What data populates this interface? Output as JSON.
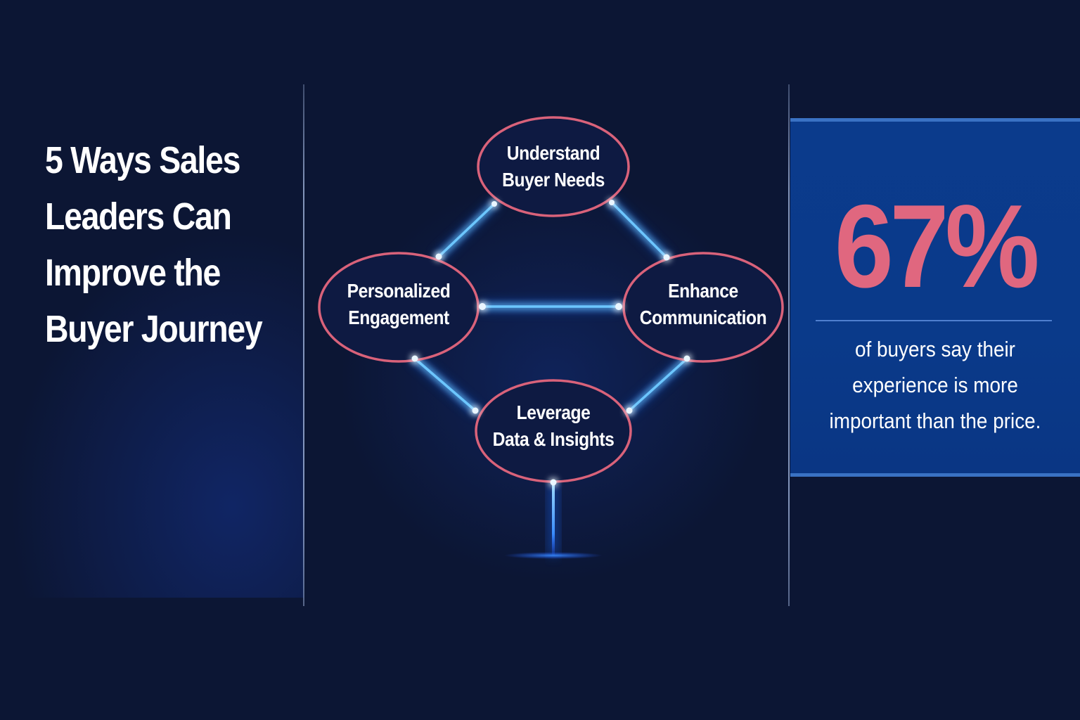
{
  "title": {
    "lines": [
      "5 Ways Sales",
      "Leaders Can",
      "Improve the",
      "Buyer Journey"
    ]
  },
  "diagram": {
    "nodes": [
      {
        "id": "understand",
        "lines": [
          "Understand",
          "Buyer Needs"
        ]
      },
      {
        "id": "personalized",
        "lines": [
          "Personalized",
          "Engagement"
        ]
      },
      {
        "id": "enhance",
        "lines": [
          "Enhance",
          "Communication"
        ]
      },
      {
        "id": "leverage",
        "lines": [
          "Leverage",
          "Data & Insights"
        ]
      }
    ],
    "colors": {
      "node_stroke": "#d9627a",
      "node_fill": "#0e1a42",
      "connector": "#5ab8ff",
      "connector_glow": "#1e6bff"
    }
  },
  "stat": {
    "value": "67%",
    "caption_lines": [
      "of buyers say their",
      "experience is more",
      "important than the price."
    ],
    "colors": {
      "value": "#e0677f",
      "panel": "#0a3a8a",
      "border": "#3a72c4"
    }
  },
  "colors": {
    "background": "#0c1634",
    "text": "#ffffff"
  }
}
